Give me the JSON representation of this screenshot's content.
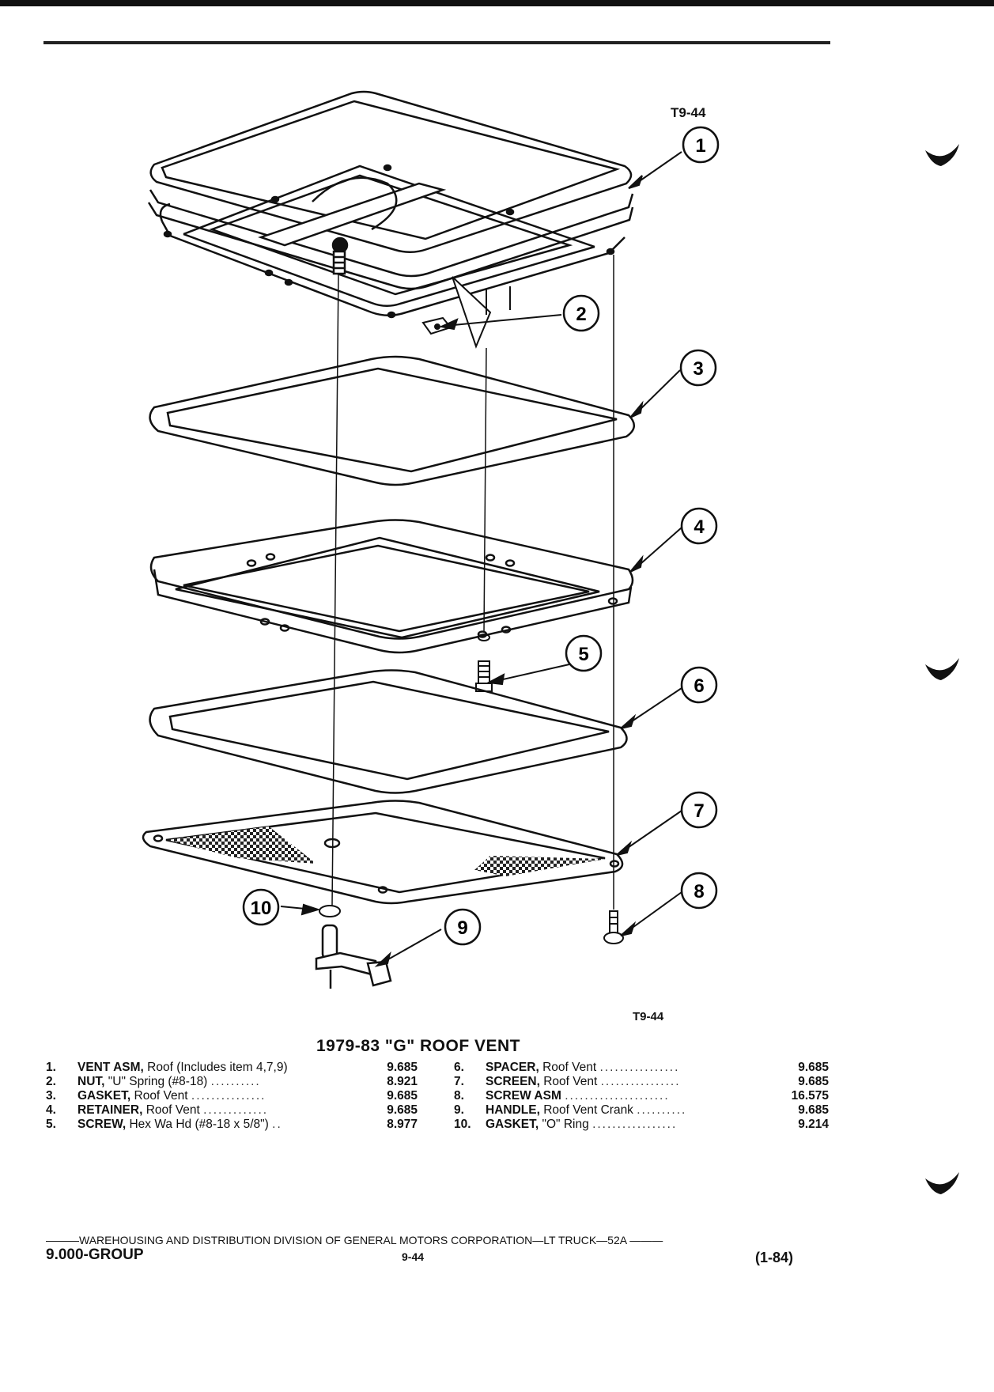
{
  "figure_code_top": "T9-44",
  "figure_code_bottom": "T9-44",
  "callouts": [
    "1",
    "2",
    "3",
    "4",
    "5",
    "6",
    "7",
    "8",
    "9",
    "10"
  ],
  "title": "1979-83 \"G\" ROOF VENT",
  "parts_left": [
    {
      "no": "1.",
      "name": "VENT ASM,",
      "desc": "Roof (Includes item 4,7,9)",
      "group": "9.685"
    },
    {
      "no": "2.",
      "name": "NUT,",
      "desc": "\"U\" Spring (#8-18)",
      "group": "8.921"
    },
    {
      "no": "3.",
      "name": "GASKET,",
      "desc": "Roof Vent",
      "group": "9.685"
    },
    {
      "no": "4.",
      "name": "RETAINER,",
      "desc": "Roof Vent",
      "group": "9.685"
    },
    {
      "no": "5.",
      "name": "SCREW,",
      "desc": "Hex Wa Hd (#8-18 x 5/8\")",
      "group": "8.977"
    }
  ],
  "parts_right": [
    {
      "no": "6.",
      "name": "SPACER,",
      "desc": "Roof Vent",
      "group": "9.685"
    },
    {
      "no": "7.",
      "name": "SCREEN,",
      "desc": "Roof Vent",
      "group": "9.685"
    },
    {
      "no": "8.",
      "name": "SCREW ASM",
      "desc": "",
      "group": "16.575"
    },
    {
      "no": "9.",
      "name": "HANDLE,",
      "desc": "Roof Vent Crank",
      "group": "9.685"
    },
    {
      "no": "10.",
      "name": "GASKET,",
      "desc": "\"O\" Ring",
      "group": "9.214"
    }
  ],
  "footer": {
    "line": "———WAREHOUSING AND DISTRIBUTION  DIVISION OF GENERAL MOTORS CORPORATION—LT TRUCK—52A ———",
    "group": "9.000-GROUP",
    "page": "9-44",
    "date": "(1-84)"
  }
}
